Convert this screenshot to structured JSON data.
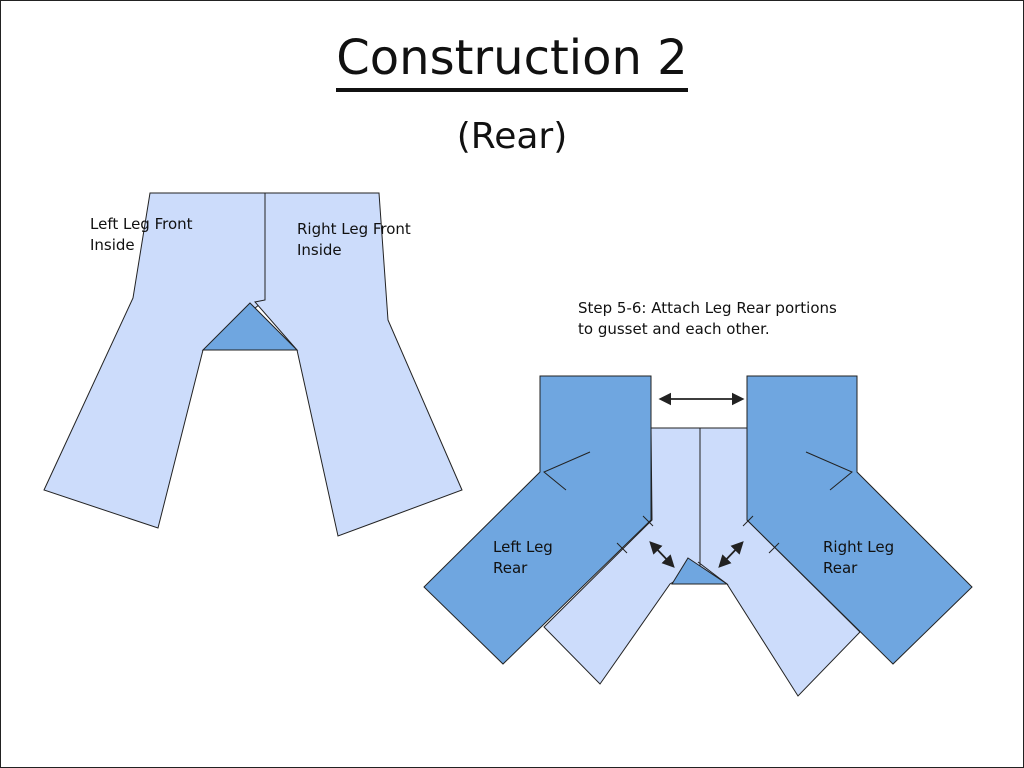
{
  "title": "Construction 2",
  "subtitle": "(Rear)",
  "labels": {
    "left_leg_front": [
      "Left Leg Front",
      "Inside"
    ],
    "right_leg_front": [
      "Right Leg Front",
      "Inside"
    ],
    "left_leg_rear": [
      "Left Leg",
      "Rear"
    ],
    "right_leg_rear": [
      "Right Leg",
      "Rear"
    ]
  },
  "step_note": [
    "Step 5-6: Attach Leg Rear portions",
    "to gusset and each other."
  ],
  "colors": {
    "light_panel": "#ccdcfb",
    "dark_panel": "#6fa6e0",
    "gusset": "#6fa6e0",
    "outline": "#222222",
    "text": "#111111"
  }
}
